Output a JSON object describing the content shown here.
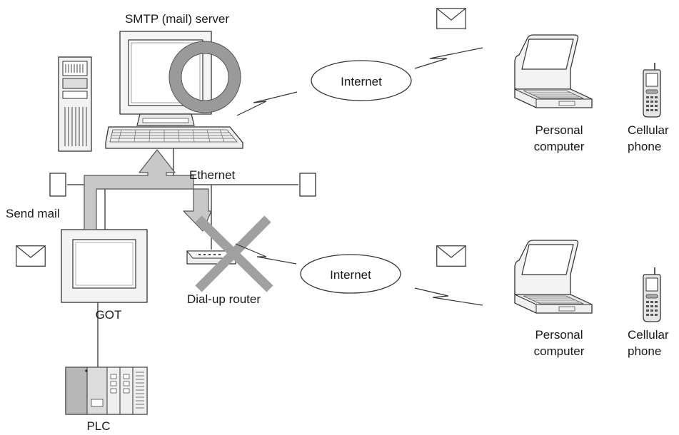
{
  "labels": {
    "smtp_server": "SMTP (mail) server",
    "internet_top": "Internet",
    "internet_bottom": "Internet",
    "ethernet": "Ethernet",
    "send_mail": "Send mail",
    "dialup_router": "Dial-up router",
    "got": "GOT",
    "plc": "PLC",
    "pc_top_line1": "Personal",
    "pc_top_line2": "computer",
    "phone_top_line1": "Cellular",
    "phone_top_line2": "phone",
    "pc_bottom_line1": "Personal",
    "pc_bottom_line2": "computer",
    "phone_bottom_line1": "Cellular",
    "phone_bottom_line2": "phone"
  },
  "colors": {
    "arrow_fill": "#c8c8c8",
    "arrow_stroke": "#555555",
    "mail_ring": "#9a9a9a",
    "cross": "#a0a0a0",
    "line": "#333333"
  },
  "icons": [
    "server-tower-icon",
    "monitor-icon",
    "keyboard-icon",
    "mail-ring-icon",
    "envelope-icon",
    "laptop-icon",
    "cellular-phone-icon",
    "got-panel-icon",
    "dialup-router-icon",
    "plc-icon",
    "terminator-icon",
    "lightning-link-icon"
  ]
}
